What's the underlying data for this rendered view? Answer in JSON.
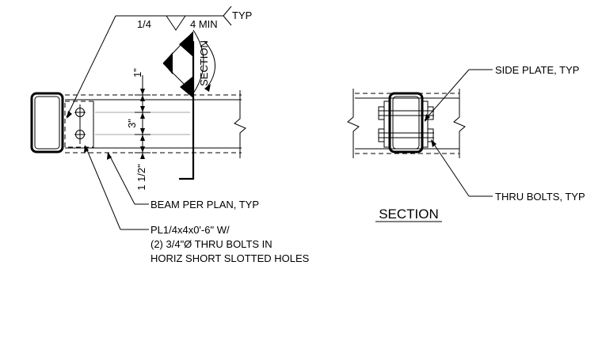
{
  "weld_symbol": {
    "size": "1/4",
    "length": "4 MIN",
    "tail": "TYP"
  },
  "section_marker": {
    "label": "SECTION"
  },
  "dimensions": {
    "top": "1\"",
    "middle": "3\"",
    "bottom": "1 1/2\""
  },
  "callouts": {
    "beam": "BEAM PER PLAN, TYP",
    "plate_line1": "PL1/4x4x0'-6\" W/",
    "plate_line2": "(2) 3/4\"Ø THRU BOLTS IN",
    "plate_line3": "HORIZ SHORT SLOTTED HOLES",
    "side_plate": "SIDE PLATE, TYP",
    "thru_bolts": "THRU BOLTS, TYP"
  },
  "section_title": "SECTION"
}
